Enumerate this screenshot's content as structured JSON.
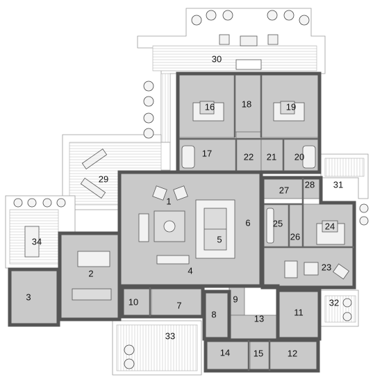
{
  "room_labels": {
    "r1": "1",
    "r2": "2",
    "r3": "3",
    "r4": "4",
    "r5": "5",
    "r6": "6",
    "r7": "7",
    "r8": "8",
    "r9": "9",
    "r10": "10",
    "r11": "11",
    "r12": "12",
    "r13": "13",
    "r14": "14",
    "r15": "15",
    "r16": "16",
    "r17": "17",
    "r18": "18",
    "r19": "19",
    "r20": "20",
    "r21": "21",
    "r22": "22",
    "r23": "23",
    "r24": "24",
    "r25": "25",
    "r26": "26",
    "r27": "27",
    "r28": "28",
    "r29": "29",
    "r30": "30",
    "r31": "31",
    "r32": "32",
    "r33": "33",
    "r34": "34"
  },
  "colors": {
    "room_fill": "#c9c9c9",
    "wall": "#555555",
    "terrace": "#ffffff",
    "furniture": "#dcdcdc"
  },
  "icons": [
    "plant-icon",
    "bed-icon",
    "sofa-icon",
    "dining-table-icon",
    "sunbed-icon",
    "stair-icon",
    "bathtub-icon"
  ]
}
